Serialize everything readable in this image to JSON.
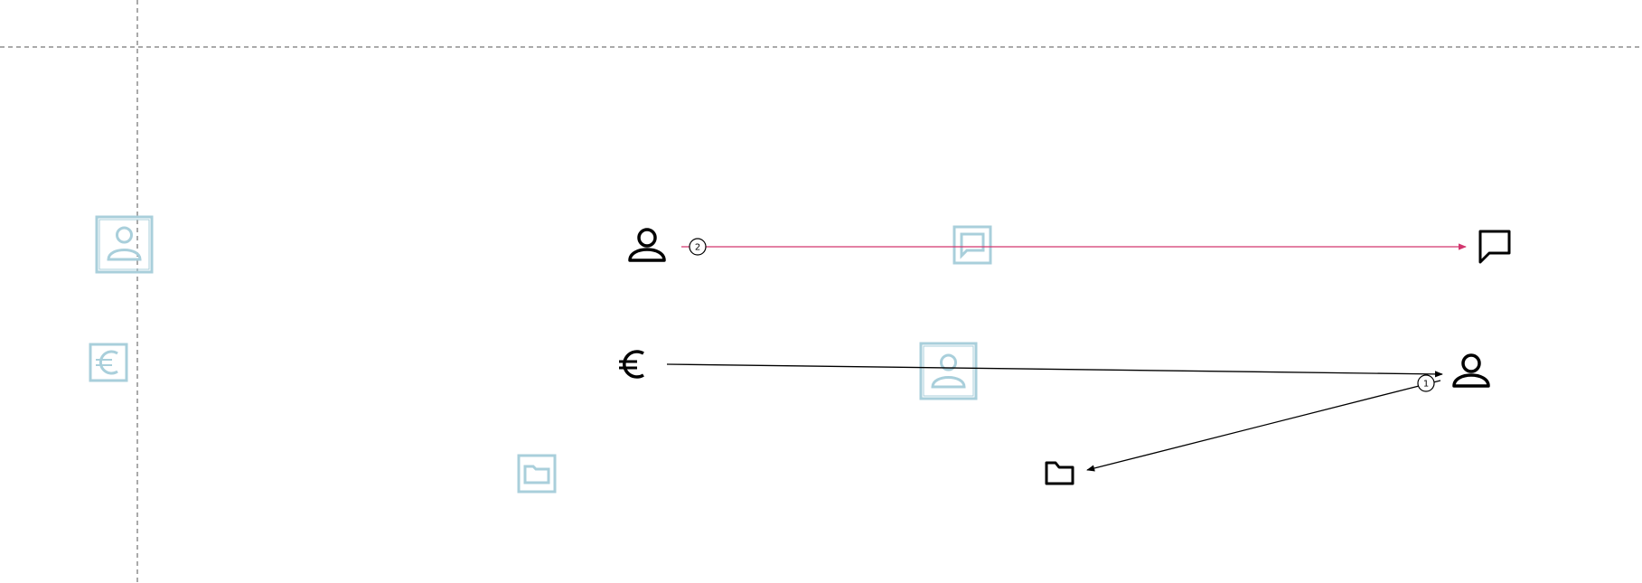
{
  "diagram": {
    "guides": {
      "horizontal_style": "dashed",
      "vertical_style": "dashed",
      "color": "#555555"
    },
    "colors": {
      "edge_default": "#000000",
      "edge_highlight": "#d2366e",
      "ghost": "#a9cfdb",
      "node": "#000000"
    },
    "nodes": [
      {
        "id": "person-a",
        "icon": "person-icon"
      },
      {
        "id": "chat",
        "icon": "speech-bubble-icon"
      },
      {
        "id": "euro",
        "icon": "euro-icon"
      },
      {
        "id": "person-b",
        "icon": "person-icon"
      },
      {
        "id": "folder",
        "icon": "folder-icon"
      }
    ],
    "ghost_nodes": [
      {
        "id": "ghost-person-1",
        "icon": "person-icon"
      },
      {
        "id": "ghost-euro",
        "icon": "euro-icon"
      },
      {
        "id": "ghost-folder",
        "icon": "folder-icon"
      },
      {
        "id": "ghost-chat",
        "icon": "speech-bubble-icon"
      },
      {
        "id": "ghost-person-2",
        "icon": "person-icon"
      }
    ],
    "edges": [
      {
        "id": "edge-person-to-chat",
        "from": "person-a",
        "to": "chat",
        "style": "highlight",
        "badge": "2"
      },
      {
        "id": "edge-euro-to-person",
        "from": "euro",
        "to": "person-b",
        "style": "default",
        "badge": ""
      },
      {
        "id": "edge-person-to-folder",
        "from": "person-b",
        "to": "folder",
        "style": "default",
        "badge": "1"
      }
    ]
  }
}
